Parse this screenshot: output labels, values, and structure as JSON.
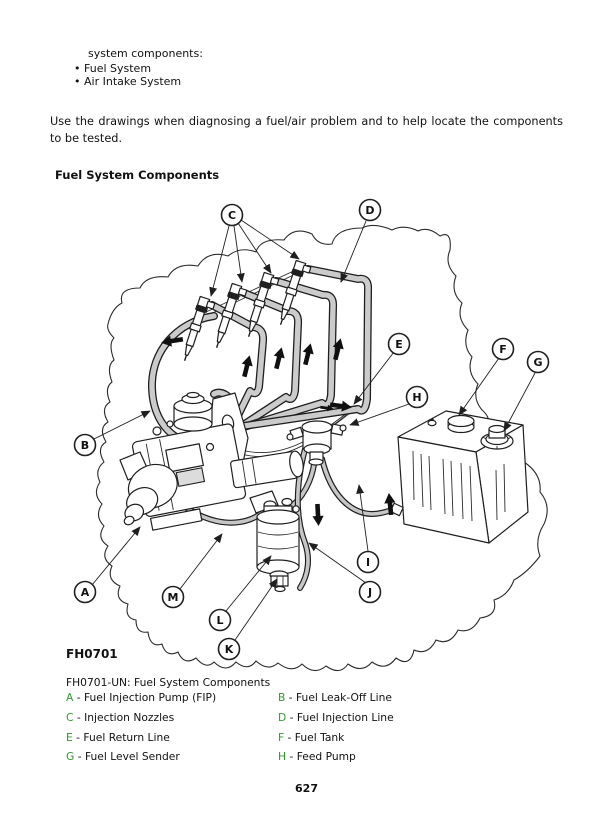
{
  "document": {
    "intro_line": "system components:",
    "bullet_char": "•",
    "bullet_items": [
      "Fuel System",
      "Air Intake System"
    ],
    "paragraph": "Use the drawings when diagnosing a fuel/air problem and to help locate the components to be tested.",
    "section_heading": "Fuel System Components",
    "figure_label": "FH0701",
    "figure_caption": "FH0701-UN: Fuel System Components",
    "page_number": "627"
  },
  "figure": {
    "callout_letters": [
      "A",
      "B",
      "C",
      "D",
      "E",
      "F",
      "G",
      "H",
      "I",
      "J",
      "K",
      "L",
      "M"
    ]
  },
  "legend": {
    "separator": "-",
    "key_color": "#2e9b2e",
    "items": [
      {
        "key": "A",
        "label": "Fuel Injection Pump (FIP)"
      },
      {
        "key": "B",
        "label": "Fuel Leak-Off Line"
      },
      {
        "key": "C",
        "label": "Injection Nozzles"
      },
      {
        "key": "D",
        "label": "Fuel Injection Line"
      },
      {
        "key": "E",
        "label": "Fuel Return Line"
      },
      {
        "key": "F",
        "label": "Fuel Tank"
      },
      {
        "key": "G",
        "label": "Fuel Level Sender"
      },
      {
        "key": "H",
        "label": "Feed Pump"
      }
    ]
  },
  "colors": {
    "ink": "#111111",
    "tube_fill": "#cbcbcb"
  }
}
